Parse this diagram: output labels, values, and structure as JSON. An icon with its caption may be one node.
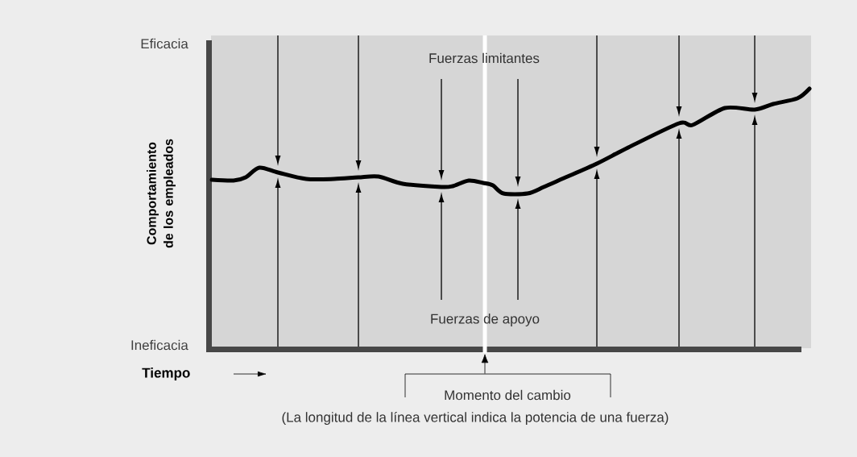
{
  "diagram": {
    "caption": "(La longitud de la línea vertical indica la potencia de una fuerza)",
    "nodes": [
      {
        "text": [
          "Momento del cambio"
        ]
      },
      {
        "text": [],
        "shape": "bar"
      }
    ],
    "edges": [
      {
        "from": 0,
        "to": 1,
        "arrow": "to"
      }
    ],
    "labels": [
      "Eficacia",
      "Fuerzas limitantes",
      "Comportamiento de los empleados",
      "Fuerzas de apoyo",
      "Ineficacia",
      "Tiempo"
    ]
  }
}
